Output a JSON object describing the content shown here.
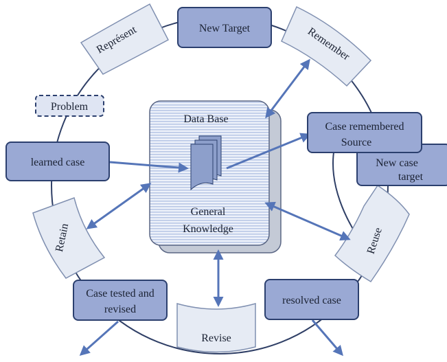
{
  "diagram": {
    "boxes": {
      "new_target": "New Target",
      "problem": "Problem",
      "learned_case": "learned case",
      "case_remembered_line1": "Case remembered",
      "case_remembered_line2": "Source",
      "new_case_target_line1": "New case",
      "new_case_target_line2": "target",
      "case_tested_line1": "Case tested and",
      "case_tested_line2": "revised",
      "resolved_case": "resolved case"
    },
    "phases": {
      "represent": "Représent",
      "remember": "Remember",
      "retain": "Retain",
      "reuse": "Reuse",
      "revise": "Revise"
    },
    "database": {
      "title": "Data Base",
      "knowledge_line1": "General",
      "knowledge_line2": "Knowledge"
    },
    "colors": {
      "box_fill": "#9aa9d4",
      "box_stroke": "#2b3f6e",
      "tab_fill": "#e6ebf4",
      "tab_stroke": "#7f8fb0",
      "arrow": "#5575b8",
      "circle": "#2f3f66",
      "db_stripe": "#b9c8e6"
    }
  }
}
